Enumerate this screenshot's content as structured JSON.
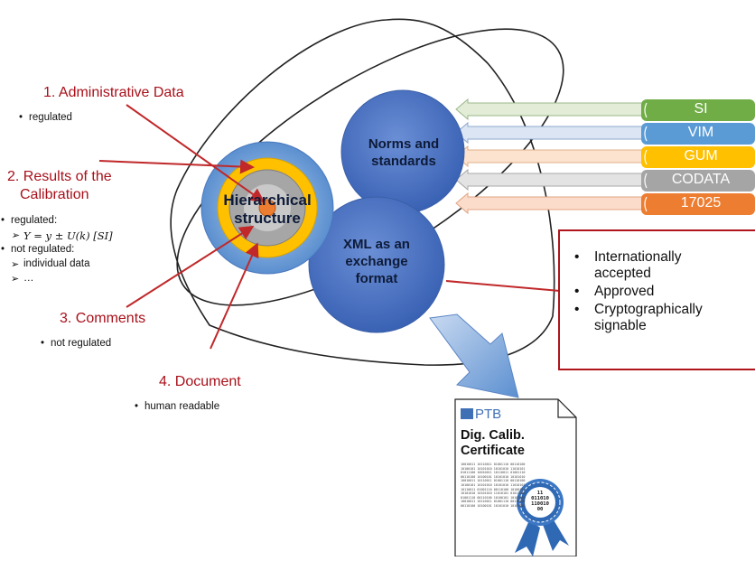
{
  "labels": {
    "admin": {
      "title": "1. Administrative Data",
      "bullet": "regulated"
    },
    "results": {
      "title_line1": "2. Results of the",
      "title_line2": "Calibration",
      "bullet_regulated": "regulated:",
      "formula": "Y = y ± U(k) [SI]",
      "bullet_not_regulated": "not regulated:",
      "sub_individual": "individual data",
      "sub_ellipsis": "…"
    },
    "comments": {
      "title": "3. Comments",
      "bullet": "not regulated"
    },
    "document": {
      "title": "4. Document",
      "bullet": "human readable"
    }
  },
  "circles": {
    "hierarchical_line1": "Hierarchical",
    "hierarchical_line2": "structure",
    "norms_line1": "Norms and",
    "norms_line2": "standards",
    "xml_line1": "XML as an",
    "xml_line2": "exchange",
    "xml_line3": "format"
  },
  "standards": [
    {
      "label": "SI",
      "color": "#70ad47"
    },
    {
      "label": "VIM",
      "color": "#5b9bd5"
    },
    {
      "label": "GUM",
      "color": "#ffc000"
    },
    {
      "label": "CODATA",
      "color": "#a5a5a5"
    },
    {
      "label": "17025",
      "color": "#ed7d31"
    }
  ],
  "callout": {
    "items": [
      "Internationally accepted",
      "Approved",
      "Cryptographically signable"
    ]
  },
  "certificate": {
    "logo": "PTB",
    "title_line1": "Dig. Calib.",
    "title_line2": "Certificate",
    "binary_lines": [
      "10010011 10110011 01001110 00110100",
      "10100101 10101010 10101010 11010101",
      "01011100 10010011 10110011 01001110",
      "00110100 10100101 10101010 10101010",
      "10010011 10110011 01001110 00110100",
      "10100101 10101010 10101010 11010101",
      "10110011 01001110 00110100 10100101",
      "10101010 10101010 11010101 01011100",
      "01001110 00110100 10100101 10101010",
      "10010011 10110011 01001110 00110100",
      "00110100 10100101 10101010 10101010"
    ],
    "seal_line1": "11",
    "seal_line2": "011010",
    "seal_line3": "110010",
    "seal_line4": "00"
  },
  "colors": {
    "accent_red": "#a8101a",
    "circle_blue": "#4472c4",
    "ring_yellow": "#ffc000"
  }
}
